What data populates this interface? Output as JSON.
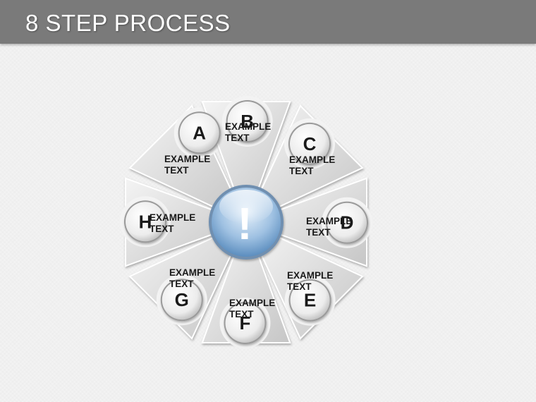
{
  "title": "8 STEP PROCESS",
  "center": {
    "symbol": "!",
    "icon": "exclamation-icon"
  },
  "steps": [
    {
      "letter": "A",
      "line1": "EXAMPLE",
      "line2": "TEXT"
    },
    {
      "letter": "B",
      "line1": "EXAMPLE",
      "line2": "TEXT"
    },
    {
      "letter": "C",
      "line1": "EXAMPLE",
      "line2": "TEXT"
    },
    {
      "letter": "D",
      "line1": "EXAMPLE",
      "line2": "TEXT"
    },
    {
      "letter": "E",
      "line1": "EXAMPLE",
      "line2": "TEXT"
    },
    {
      "letter": "F",
      "line1": "EXAMPLE",
      "line2": "TEXT"
    },
    {
      "letter": "G",
      "line1": "EXAMPLE",
      "line2": "TEXT"
    },
    {
      "letter": "H",
      "line1": "EXAMPLE",
      "line2": "TEXT"
    }
  ],
  "colors": {
    "title_bar": "#7a7a7a",
    "segment_light": "#f2f2f2",
    "segment_dark": "#c8c8c8",
    "center_light": "#e8f2fb",
    "center_dark": "#4f84b8"
  }
}
